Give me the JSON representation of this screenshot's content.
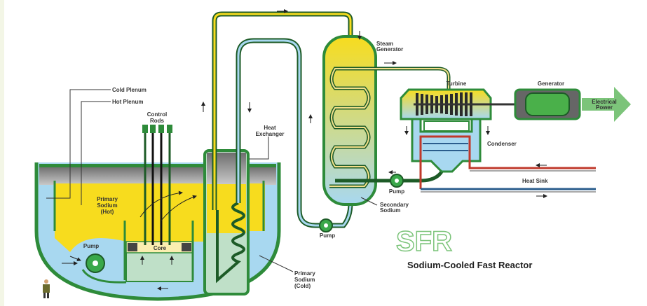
{
  "labels": {
    "cold_plenum": "Cold Plenum",
    "hot_plenum": "Hot Plenum",
    "control_rods_1": "Control",
    "control_rods_2": "Rods",
    "heat_exchanger_1": "Heat",
    "heat_exchanger_2": "Exchanger",
    "primary_hot_1": "Primary",
    "primary_hot_2": "Sodium",
    "primary_hot_3": "(Hot)",
    "pump_primary": "Pump",
    "core": "Core",
    "primary_cold_1": "Primary",
    "primary_cold_2": "Sodium",
    "primary_cold_3": "(Cold)",
    "pump_intermediate": "Pump",
    "steam_generator_1": "Steam",
    "steam_generator_2": "Generator",
    "turbine": "Turbine",
    "generator": "Generator",
    "electrical_power_1": "Electrical",
    "electrical_power_2": "Power",
    "condenser": "Condenser",
    "heat_sink": "Heat Sink",
    "secondary_sodium_1": "Secondary",
    "secondary_sodium_2": "Sodium",
    "pump_feed": "Pump"
  },
  "title": {
    "logo": "SFR",
    "subtitle": "Sodium-Cooled Fast Reactor"
  },
  "colors": {
    "green": "#2e8b3a",
    "yellow": "#f7dc1e",
    "blue": "#a8d8f0",
    "gray": "#8a8a8a",
    "red": "#c0392b",
    "pipe_blue": "#2a5d8c"
  }
}
